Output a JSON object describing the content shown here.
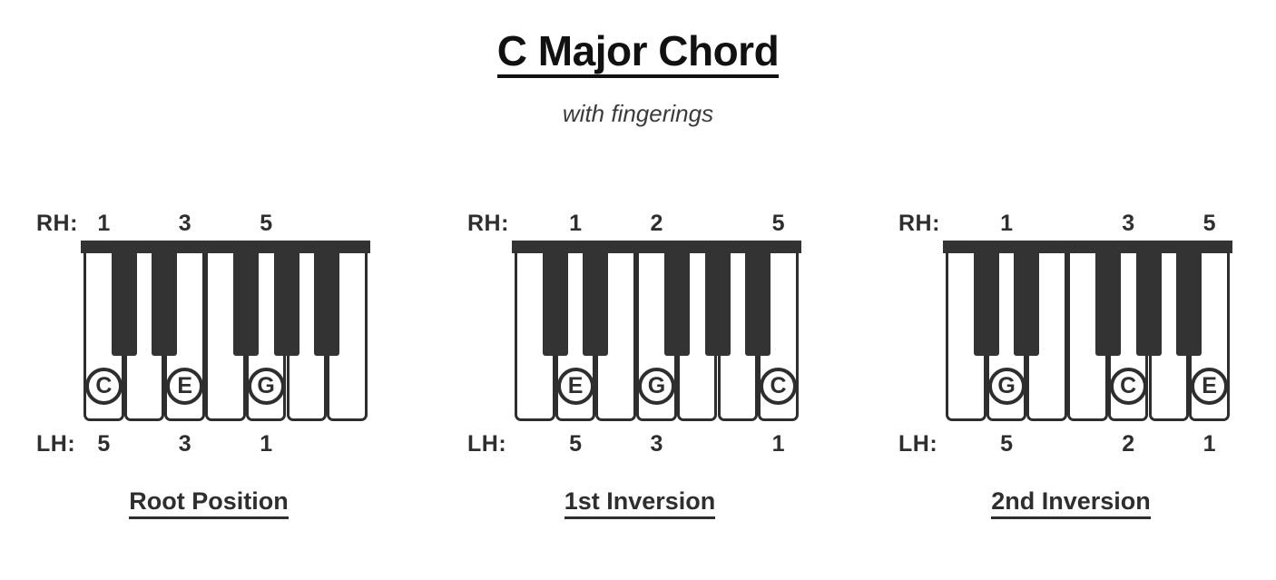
{
  "header": {
    "title": "C Major Chord",
    "subtitle": "with fingerings"
  },
  "labels": {
    "right_hand": "RH:",
    "left_hand": "LH:"
  },
  "keyboard": {
    "white_key_count": 7,
    "black_key_slots": [
      0,
      1,
      3,
      4,
      5
    ],
    "colors": {
      "key_outline": "#2e2e2e",
      "black_key": "#333333",
      "white_key": "#ffffff",
      "background": "#ffffff"
    }
  },
  "diagrams": [
    {
      "caption": "Root Position",
      "notes": [
        {
          "name": "C",
          "white_index": 0,
          "rh": "1",
          "lh": "5"
        },
        {
          "name": "E",
          "white_index": 2,
          "rh": "3",
          "lh": "3"
        },
        {
          "name": "G",
          "white_index": 4,
          "rh": "5",
          "lh": "1"
        }
      ]
    },
    {
      "caption": "1st Inversion",
      "notes": [
        {
          "name": "E",
          "white_index": 1,
          "rh": "1",
          "lh": "5"
        },
        {
          "name": "G",
          "white_index": 3,
          "rh": "2",
          "lh": "3"
        },
        {
          "name": "C",
          "white_index": 6,
          "rh": "5",
          "lh": "1"
        }
      ]
    },
    {
      "caption": "2nd Inversion",
      "notes": [
        {
          "name": "G",
          "white_index": 1,
          "rh": "1",
          "lh": "5"
        },
        {
          "name": "C",
          "white_index": 4,
          "rh": "3",
          "lh": "2"
        },
        {
          "name": "E",
          "white_index": 6,
          "rh": "5",
          "lh": "1"
        }
      ]
    }
  ]
}
